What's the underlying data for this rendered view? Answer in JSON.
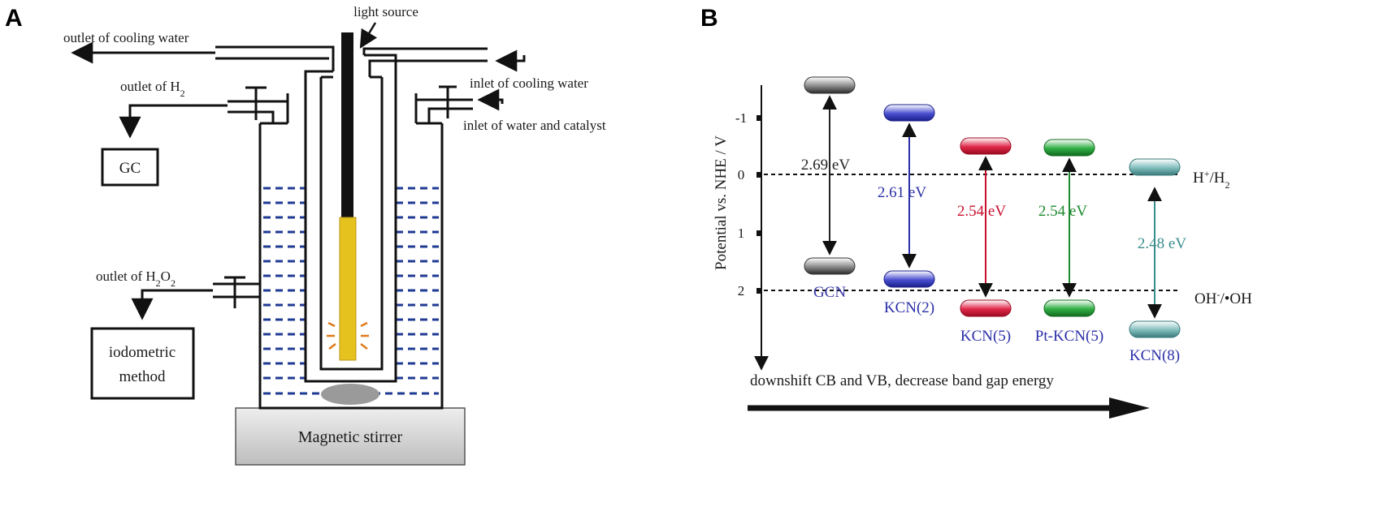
{
  "panel_a": {
    "letter": "A",
    "labels": {
      "light_source": "light source",
      "outlet_cooling": "outlet of cooling water",
      "outlet_h2": "outlet of H",
      "outlet_h2_sub": "2",
      "inlet_cooling": "inlet of cooling water",
      "inlet_water": "inlet of water and catalyst",
      "gc": "GC",
      "outlet_h2o2": "outlet of H",
      "outlet_h2o2_sub1": "2",
      "outlet_h2o2_mid": "O",
      "outlet_h2o2_sub2": "2",
      "iodometric_1": "iodometric",
      "iodometric_2": "method",
      "stirrer": "Magnetic stirrer"
    },
    "colors": {
      "lamp": "#e6c21e",
      "water": "#1f3a93",
      "spark": "#e07a1a",
      "stir_bar": "#9a9a9a",
      "base": "#d9d9d9"
    }
  },
  "panel_b": {
    "letter": "B",
    "y_axis_label": "Potential vs. NHE / V",
    "y_ticks": [
      "-1",
      "0",
      "1",
      "2"
    ],
    "ref_lines": {
      "h2": "H",
      "h2_sup": "+",
      "h2_tail": "/H",
      "h2_sub": "2",
      "oh": "OH",
      "oh_sup": "-",
      "oh_tail": "/•OH"
    },
    "arrow_text": "downshift CB and VB, decrease band gap energy",
    "materials": [
      {
        "name": "GCN",
        "gap": "2.69 eV",
        "color": "#555555",
        "name_color": "#3a3aa8",
        "gap_color": "#222222"
      },
      {
        "name": "KCN(2)",
        "gap": "2.61 eV",
        "color": "#2b2fa8",
        "name_color": "#2b2fa8",
        "gap_color": "#2b2fa8"
      },
      {
        "name": "KCN(5)",
        "gap": "2.54 eV",
        "color": "#c8102e",
        "name_color": "#2b2fa8",
        "gap_color": "#c8102e"
      },
      {
        "name": "Pt-KCN(5)",
        "gap": "2.54 eV",
        "color": "#1e8a2e",
        "name_color": "#2b2fa8",
        "gap_color": "#1e8a2e"
      },
      {
        "name": "KCN(8)",
        "gap": "2.48 eV",
        "color": "#3a8c8c",
        "name_color": "#2b2fa8",
        "gap_color": "#3a8c8c"
      }
    ]
  }
}
